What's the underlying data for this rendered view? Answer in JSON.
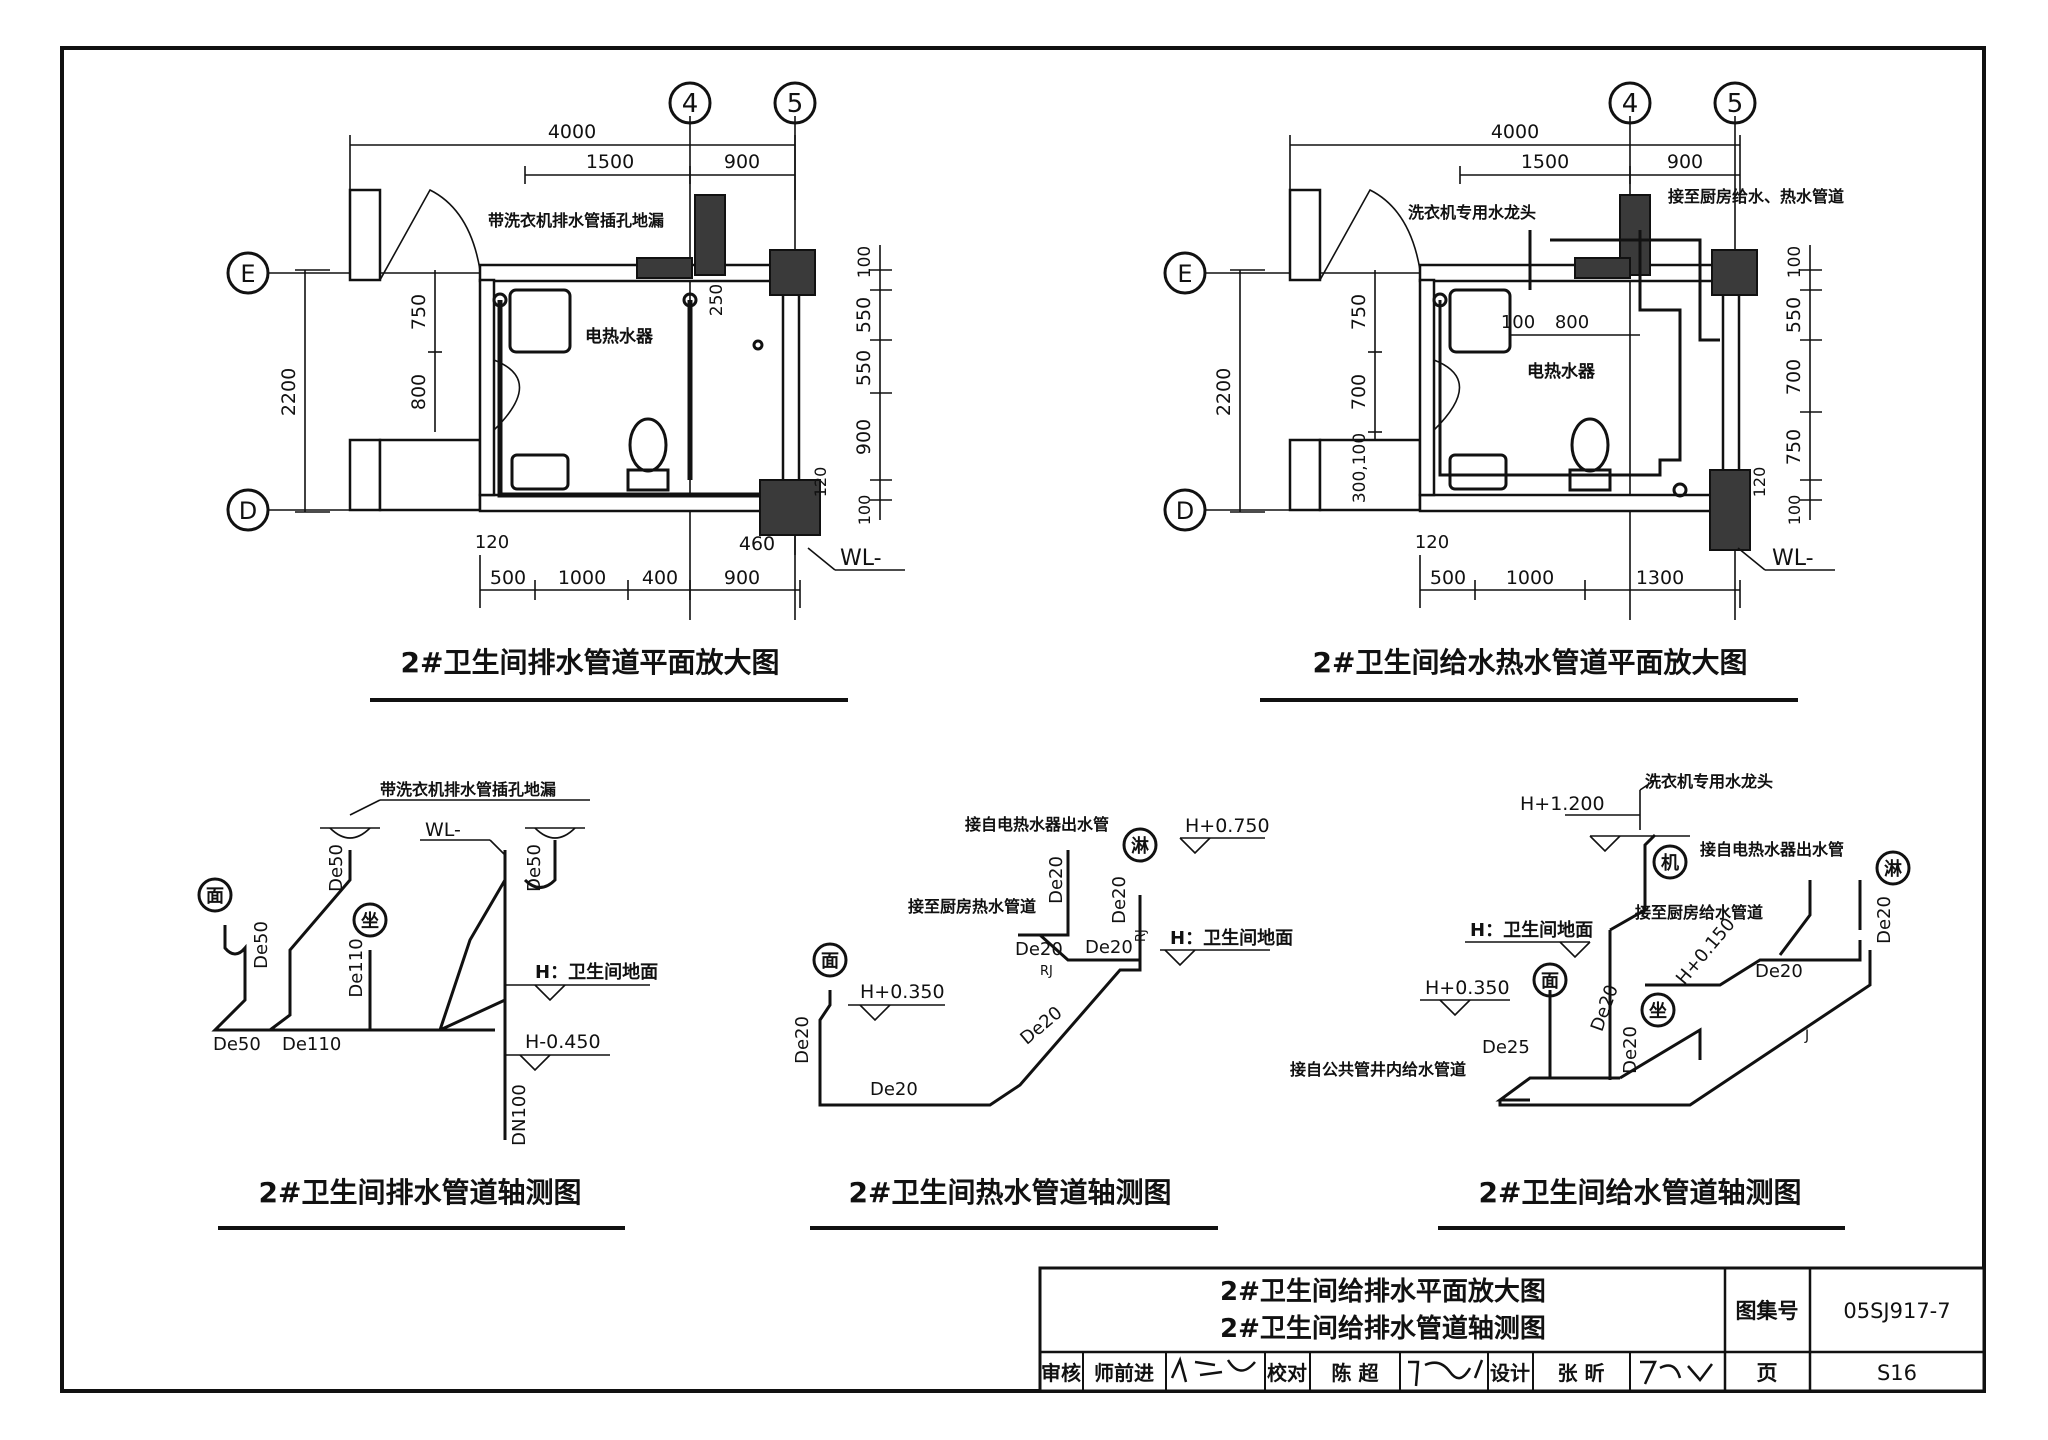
{
  "drawings": {
    "drain_plan": {
      "title": "2#卫生间排水管道平面放大图",
      "axes": {
        "a4": "4",
        "a5": "5",
        "aE": "E",
        "aD": "D"
      },
      "dims": {
        "d4000": "4000",
        "d1500": "1500",
        "d900t": "900",
        "d2200": "2200",
        "d750": "750",
        "d800": "800",
        "d250": "250",
        "d100a": "100",
        "d550a": "550",
        "d550b": "550",
        "d900r": "900",
        "d120r": "120",
        "d100b": "100",
        "d120b": "120",
        "d500": "500",
        "d1000": "1000",
        "d400": "400",
        "d900b": "900",
        "d460": "460"
      },
      "labels": {
        "floor_drain": "带洗衣机排水管插孔地漏",
        "heater": "电热水器",
        "wl": "WL-"
      }
    },
    "supply_plan": {
      "title": "2#卫生间给水热水管道平面放大图",
      "axes": {
        "a4": "4",
        "a5": "5",
        "aE": "E",
        "aD": "D"
      },
      "dims": {
        "d4000": "4000",
        "d1500": "1500",
        "d900t": "900",
        "d2200": "2200",
        "d750": "750",
        "d700": "700",
        "d300": "300,100",
        "d100i": "100",
        "d800i": "800",
        "d100a": "100",
        "d550": "550",
        "d700r": "700",
        "d750r": "750",
        "d120r": "120",
        "d100b": "100",
        "d120b": "120",
        "d500": "500",
        "d1000": "1000",
        "d1300": "1300"
      },
      "labels": {
        "washer_tap": "洗衣机专用水龙头",
        "kitchen": "接至厨房给水、热水管道",
        "heater": "电热水器",
        "wl": "WL-"
      }
    },
    "drain_iso": {
      "title": "2#卫生间排水管道轴测图",
      "labels": {
        "floor_drain": "带洗衣机排水管插孔地漏",
        "wl": "WL-",
        "mian": "面",
        "zuo": "坐",
        "de50a": "De50",
        "de50b": "De50",
        "de50c": "De50",
        "de50d": "De50",
        "de110a": "De110",
        "de110b": "De110",
        "dn100": "DN100",
        "h_floor": "H：卫生间地面",
        "h_045": "H-0.450"
      }
    },
    "hot_iso": {
      "title": "2#卫生间热水管道轴测图",
      "labels": {
        "from_heater": "接自电热水器出水管",
        "to_kitchen": "接至厨房热水管道",
        "lin": "淋",
        "mian": "面",
        "h0750": "H+0.750",
        "h_floor": "H：卫生间地面",
        "h0350": "H+0.350",
        "de20a": "De20",
        "de20b": "De20",
        "de20c": "De20",
        "de20d": "De20",
        "de20e": "De20",
        "de20f": "De20",
        "de20g": "De20",
        "rj1": "RJ",
        "rj2": "RJ"
      }
    },
    "cold_iso": {
      "title": "2#卫生间给水管道轴测图",
      "labels": {
        "washer_tap": "洗衣机专用水龙头",
        "from_heater": "接自电热水器出水管",
        "to_kitchen": "接至厨房给水管道",
        "from_shaft": "接自公共管井内给水管道",
        "ji": "机",
        "lin": "淋",
        "mian": "面",
        "zuo": "坐",
        "h1200": "H+1.200",
        "h_floor": "H：卫生间地面",
        "h0350": "H+0.350",
        "h0150": "H+0.150",
        "de25": "De25",
        "de20a": "De20",
        "de20b": "De20",
        "de20c": "De20",
        "j": "J"
      }
    }
  },
  "title_block": {
    "title_line1": "2#卫生间给排水平面放大图",
    "title_line2": "2#卫生间给排水管道轴测图",
    "atlas_label": "图集号",
    "atlas_no": "05SJ917-7",
    "page_label": "页",
    "page_no": "S16",
    "review_label": "审核",
    "reviewer": "师前进",
    "check_label": "校对",
    "checker": "陈 超",
    "design_label": "设计",
    "designer": "张 昕"
  }
}
